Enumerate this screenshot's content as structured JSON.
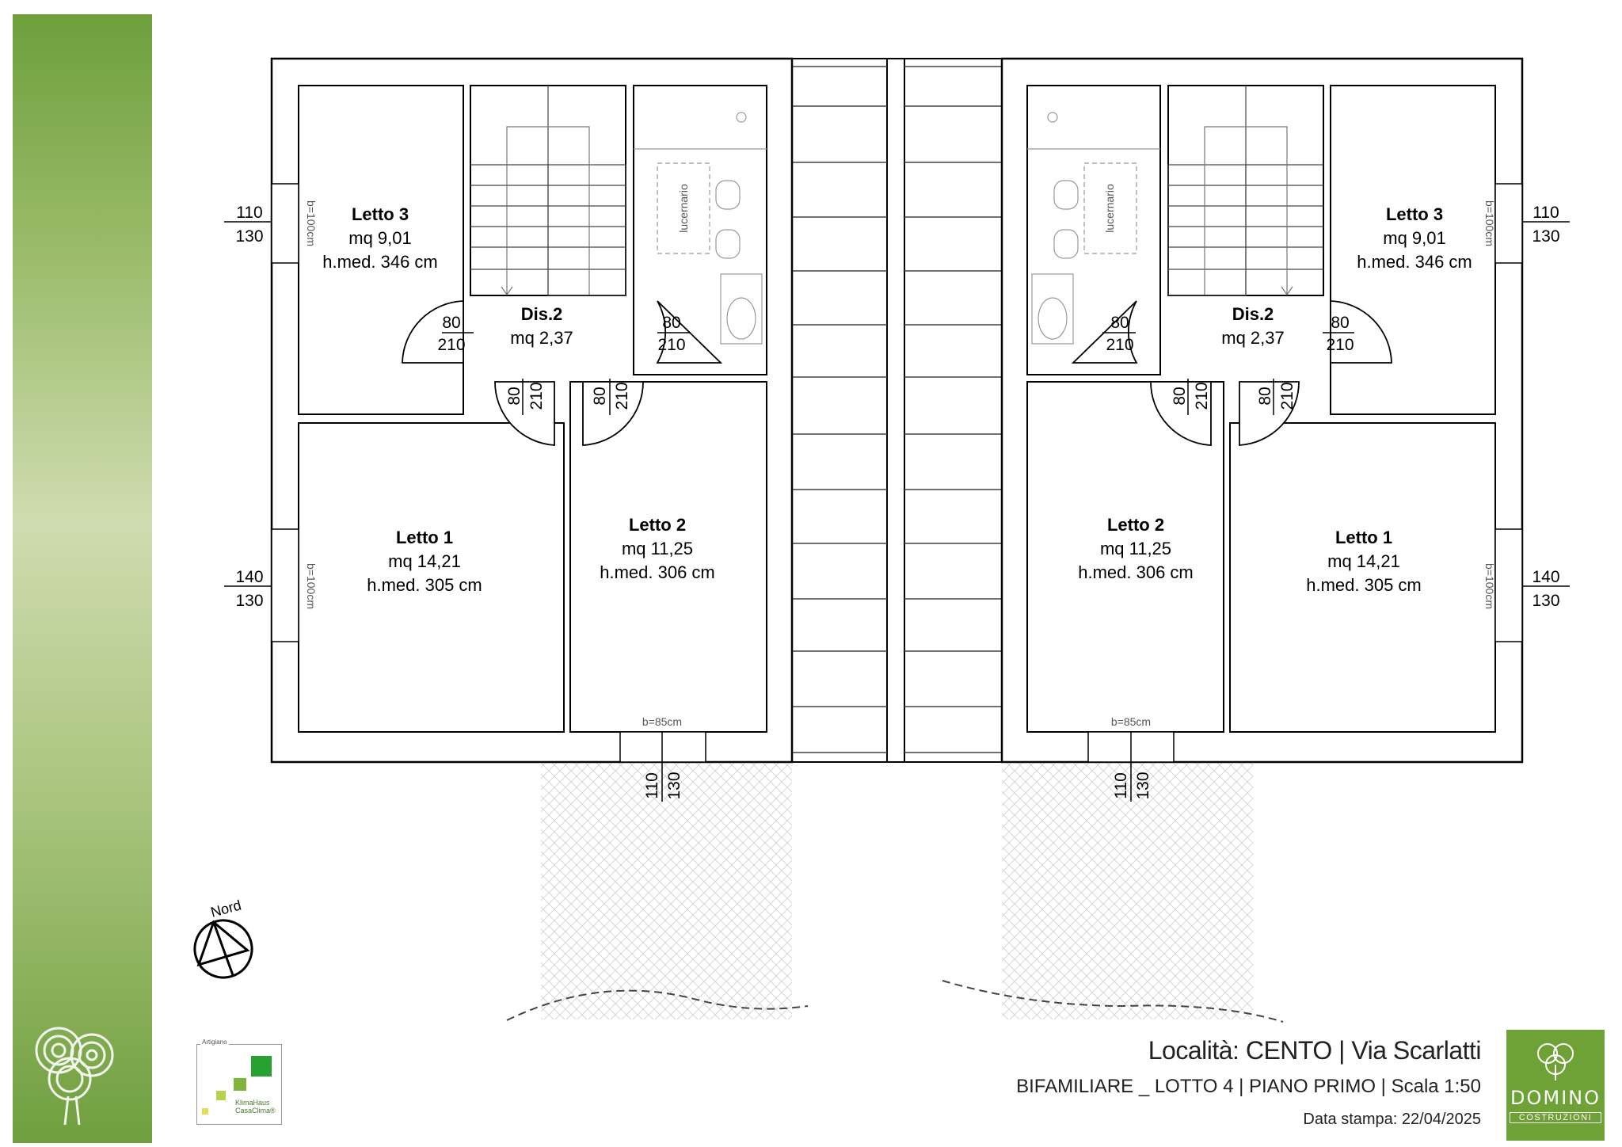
{
  "rooms": {
    "letto3": {
      "name": "Letto 3",
      "area": "mq 9,01",
      "height": "h.med. 346 cm"
    },
    "letto1": {
      "name": "Letto 1",
      "area": "mq 14,21",
      "height": "h.med. 305 cm"
    },
    "letto2": {
      "name": "Letto 2",
      "area": "mq 11,25",
      "height": "h.med. 306 cm"
    },
    "dis2": {
      "name": "Dis.2",
      "area": "mq 2,37"
    }
  },
  "labels": {
    "lucernario": "lucernario",
    "b100": "b=100cm",
    "b85": "b=85cm",
    "nord": "Nord"
  },
  "dims": {
    "win_top": {
      "w": "110",
      "h": "130"
    },
    "win_mid": {
      "w": "140",
      "h": "130"
    },
    "win_bottom": {
      "w": "110",
      "h": "130"
    },
    "door": {
      "w": "80",
      "h": "210"
    }
  },
  "footer": {
    "location": "Località:  CENTO | Via Scarlatti",
    "lot": "BIFAMILIARE _ LOTTO 4  |  PIANO PRIMO  |  Scala 1:50",
    "date": "Data stampa: 22/04/2025",
    "brand": "DOMINO",
    "brand_sub": "COSTRUZIONI",
    "cert_top": "Artigiano",
    "cert_name1": "KlimaHaus",
    "cert_name2": "CasaClima®"
  },
  "colors": {
    "brand_green": "#6ea136",
    "sidebar_green": "#6e9f3b"
  }
}
